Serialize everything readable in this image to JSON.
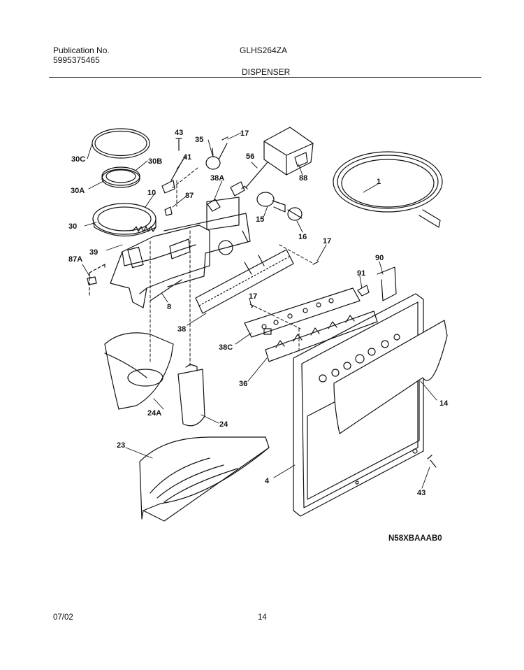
{
  "header": {
    "publication_label": "Publication No.",
    "publication_number": "5995375465",
    "model": "GLHS264ZA",
    "section_title": "DISPENSER"
  },
  "callouts": {
    "c1": "1",
    "c4": "4",
    "c8": "8",
    "c10": "10",
    "c14": "14",
    "c15": "15",
    "c16": "16",
    "c17a": "17",
    "c17b": "17",
    "c17c": "17",
    "c23": "23",
    "c24": "24",
    "c24a": "24A",
    "c30": "30",
    "c30a": "30A",
    "c30b": "30B",
    "c30c": "30C",
    "c35": "35",
    "c36": "36",
    "c38": "38",
    "c38a": "38A",
    "c38c": "38C",
    "c39": "39",
    "c41": "41",
    "c43a": "43",
    "c43b": "43",
    "c56": "56",
    "c87": "87",
    "c87a": "87A",
    "c88": "88",
    "c90": "90",
    "c91": "91"
  },
  "diagram_code": "N58XBAAAB0",
  "footer": {
    "date": "07/02",
    "page": "14"
  }
}
